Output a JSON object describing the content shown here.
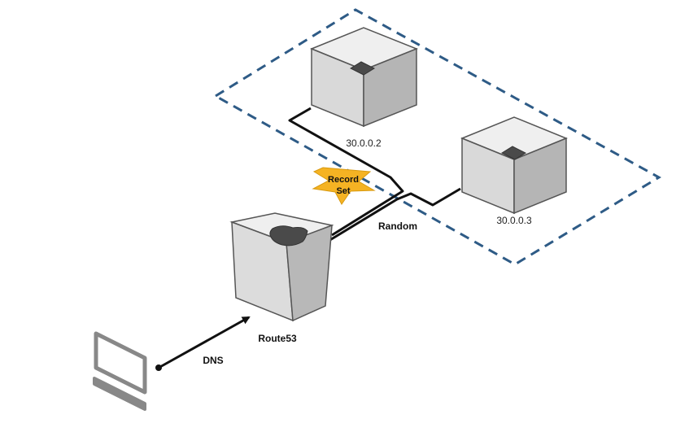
{
  "nodes": {
    "server_a": {
      "label": "30.0.0.2"
    },
    "server_b": {
      "label": "30.0.0.3"
    },
    "route53": {
      "label": "Route53"
    }
  },
  "edges": {
    "dns": {
      "label": "DNS"
    },
    "routing": {
      "label": "Random"
    }
  },
  "record_set": {
    "line1": "Record",
    "line2": "Set"
  },
  "colors": {
    "dashed_border": "#2E5B86",
    "record_set_fill": "#F5B323",
    "cube_top": "#EFEFEF",
    "cube_left": "#D9D9D9",
    "cube_right": "#B5B5B5",
    "icon_dark": "#4A4A4A",
    "client_icon": "#888888"
  }
}
